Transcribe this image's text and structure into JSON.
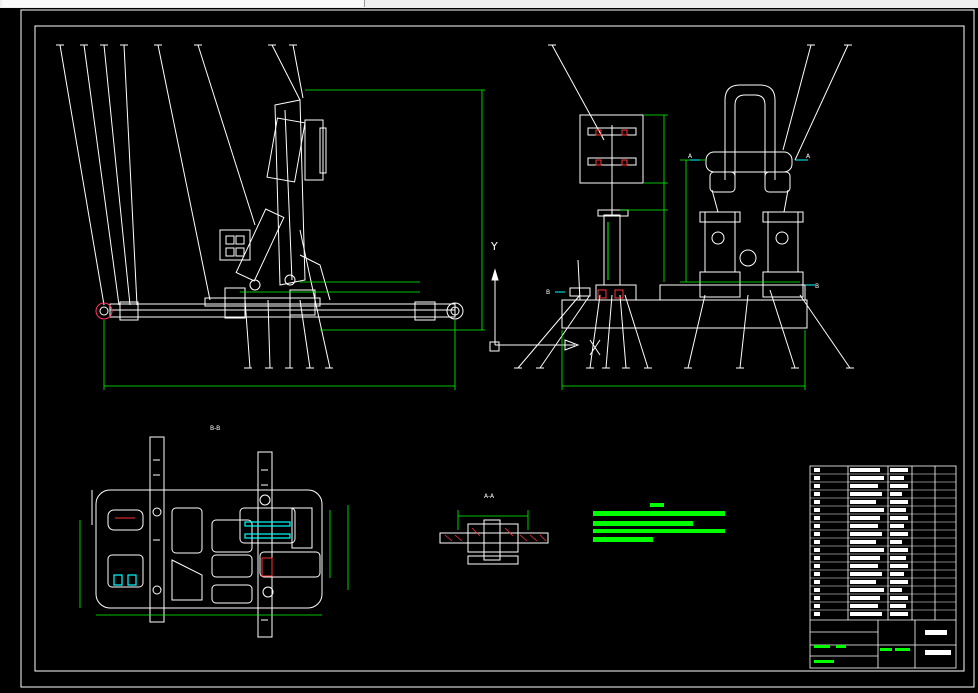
{
  "section_labels": {
    "a_left": "A",
    "a_right": "A",
    "b_left": "B",
    "b_right": "B",
    "view_bb": "B-B",
    "view_aa": "A-A"
  },
  "axis_labels": {
    "y": "Y",
    "x": "X"
  },
  "colors": {
    "background": "#000000",
    "geometry": "#ffffff",
    "dimension": "#00ff00",
    "section": "#00ffff",
    "hatch": "#ff0000",
    "note": "#00ff00"
  }
}
